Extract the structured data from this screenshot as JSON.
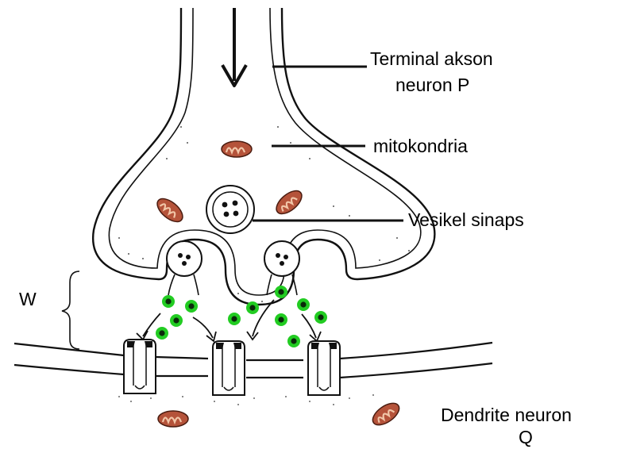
{
  "labels": {
    "axon_terminal_line1": "Terminal akson",
    "axon_terminal_line2": "neuron P",
    "mitochondria": "mitokondria",
    "synaptic_vesicle": "Vesikel sinaps",
    "w": "W",
    "dendrite_line1": "Dendrite  neuron",
    "dendrite_line2": "Q"
  },
  "colors": {
    "outline": "#111111",
    "neurotransmitter": "#22cc22",
    "neurotransmitter_core": "#0a2a0a",
    "mitochondria_fill": "#b5533a",
    "mitochondria_inner": "#f1c6a8",
    "stipple": "#555555"
  },
  "icons": [
    "arrow-down-icon",
    "curly-brace-icon"
  ]
}
